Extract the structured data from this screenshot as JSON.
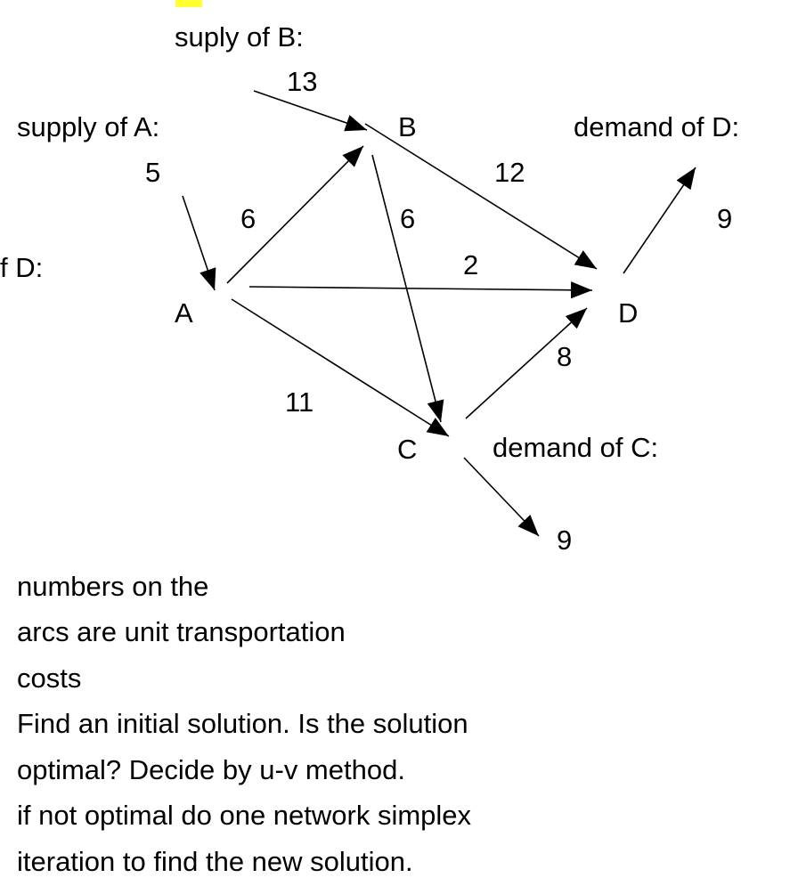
{
  "highlight_color": "#ffff33",
  "labels": {
    "supply_b_title": "suply of B:",
    "supply_b_value": "13",
    "supply_a_title": "supply of A:",
    "supply_a_value": "5",
    "demand_d_title": "demand of D:",
    "demand_d_value": "9",
    "demand_c_title": "demand of C:",
    "demand_c_value": "9",
    "cut_off_label": "f D:"
  },
  "nodes": {
    "A": "A",
    "B": "B",
    "C": "C",
    "D": "D"
  },
  "arcs": {
    "AB": "6",
    "BC": "6",
    "BD": "12",
    "AD": "2",
    "AC": "11",
    "CD": "8"
  },
  "description": [
    "numbers on the",
    "arcs are unit transportation",
    "costs",
    "Find an initial solution. Is the solution",
    "optimal? Decide by u-v method.",
    "if not optimal do one network simplex",
    "iteration to find the new solution."
  ]
}
